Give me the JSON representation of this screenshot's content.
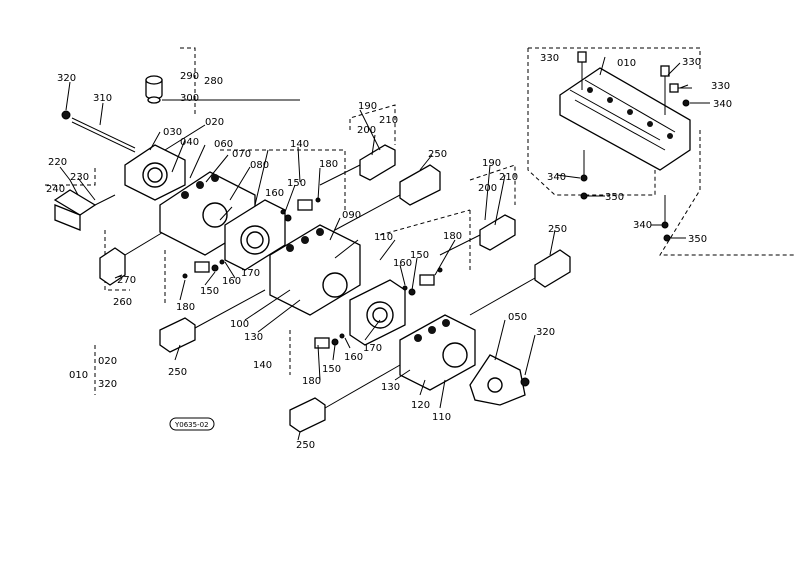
{
  "diagram": {
    "figure_code": "Y0635-02",
    "labels": {
      "l_330_a": "330",
      "l_010_a": "010",
      "l_330_b": "330",
      "l_330_c": "330",
      "l_340_a": "340",
      "l_340_b": "340",
      "l_350_a": "350",
      "l_340_c": "340",
      "l_350_b": "350",
      "l_320_a": "320",
      "l_290": "290",
      "l_280": "280",
      "l_300": "300",
      "l_310": "310",
      "l_020_a": "020",
      "l_030": "030",
      "l_040": "040",
      "l_060": "060",
      "l_070": "070",
      "l_080": "080",
      "l_220": "220",
      "l_230": "230",
      "l_240": "240",
      "l_270": "270",
      "l_260": "260",
      "l_190_a": "190",
      "l_200_a": "200",
      "l_210_a": "210",
      "l_140_a": "140",
      "l_160_a": "160",
      "l_150_a": "150",
      "l_180_a": "180",
      "l_250_a": "250",
      "l_090": "090",
      "l_110_a": "110",
      "l_170_a": "170",
      "l_160_b": "160",
      "l_150_b": "150",
      "l_180_b": "180",
      "l_100": "100",
      "l_130_a": "130",
      "l_250_b": "250",
      "l_190_b": "190",
      "l_200_b": "200",
      "l_210_b": "210",
      "l_180_c": "180",
      "l_160_c": "160",
      "l_150_c": "150",
      "l_250_c": "250",
      "l_050": "050",
      "l_320_b": "320",
      "l_140_b": "140",
      "l_180_d": "180",
      "l_150_d": "150",
      "l_160_d": "160",
      "l_170_b": "170",
      "l_130_b": "130",
      "l_120": "120",
      "l_110_b": "110",
      "l_250_d": "250",
      "l_010_b": "010",
      "l_020_b": "020",
      "l_320_c": "320"
    }
  }
}
